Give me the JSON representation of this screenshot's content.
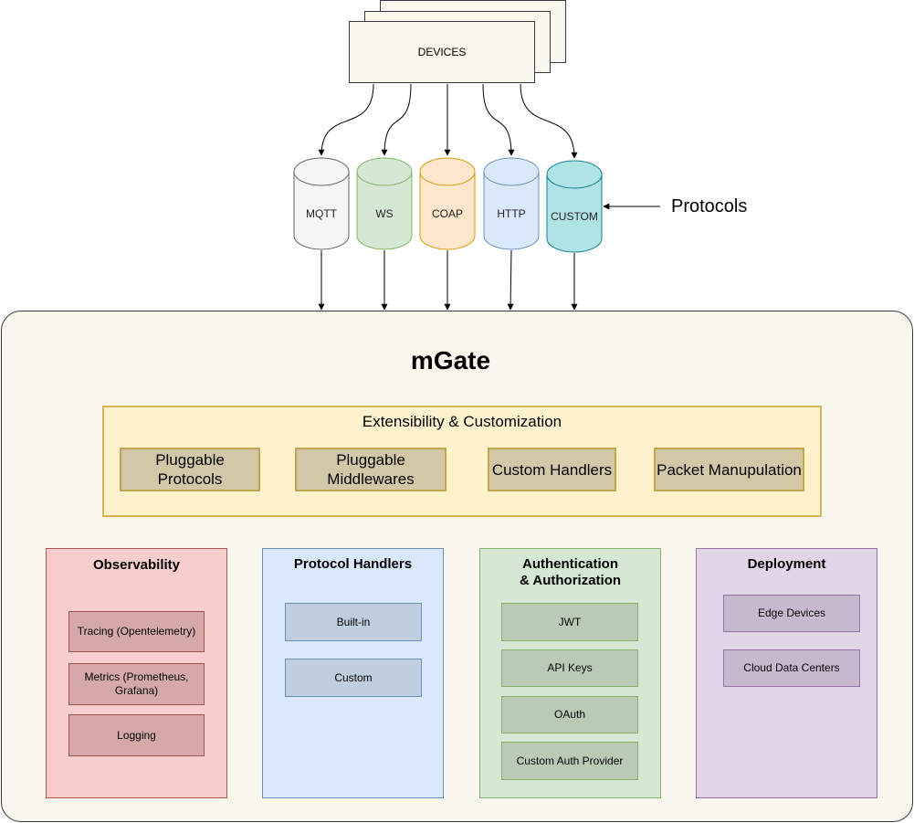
{
  "devices": {
    "label": "DEVICES"
  },
  "protocols": {
    "label": "Protocols",
    "items": [
      {
        "label": "MQTT",
        "fill": "#f5f5f5",
        "stroke": "#666666"
      },
      {
        "label": "WS",
        "fill": "#d5e8d4",
        "stroke": "#82b366"
      },
      {
        "label": "COAP",
        "fill": "#ffe6cc",
        "stroke": "#d79b00"
      },
      {
        "label": "HTTP",
        "fill": "#dae8fc",
        "stroke": "#6c8ebf"
      },
      {
        "label": "CUSTOM",
        "fill": "#b0e3e6",
        "stroke": "#0e8088"
      }
    ]
  },
  "main": {
    "title": "mGate"
  },
  "extensibility": {
    "title": "Extensibility & Customization",
    "items": [
      "Pluggable Protocols",
      "Pluggable Middlewares",
      "Custom Handlers",
      "Packet Manupulation"
    ]
  },
  "panels": {
    "observability": {
      "title": "Observability",
      "items": [
        "Tracing (Opentelemetry)",
        "Metrics (Prometheus, Grafana)",
        "Logging"
      ]
    },
    "protocol_handlers": {
      "title": "Protocol Handlers",
      "items": [
        "Built-in",
        "Custom"
      ]
    },
    "auth": {
      "title": "Authentication & Authorization",
      "items": [
        "JWT",
        "API Keys",
        "OAuth",
        "Custom Auth Provider"
      ]
    },
    "deployment": {
      "title": "Deployment",
      "items": [
        "Edge Devices",
        "Cloud Data Centers"
      ]
    }
  }
}
